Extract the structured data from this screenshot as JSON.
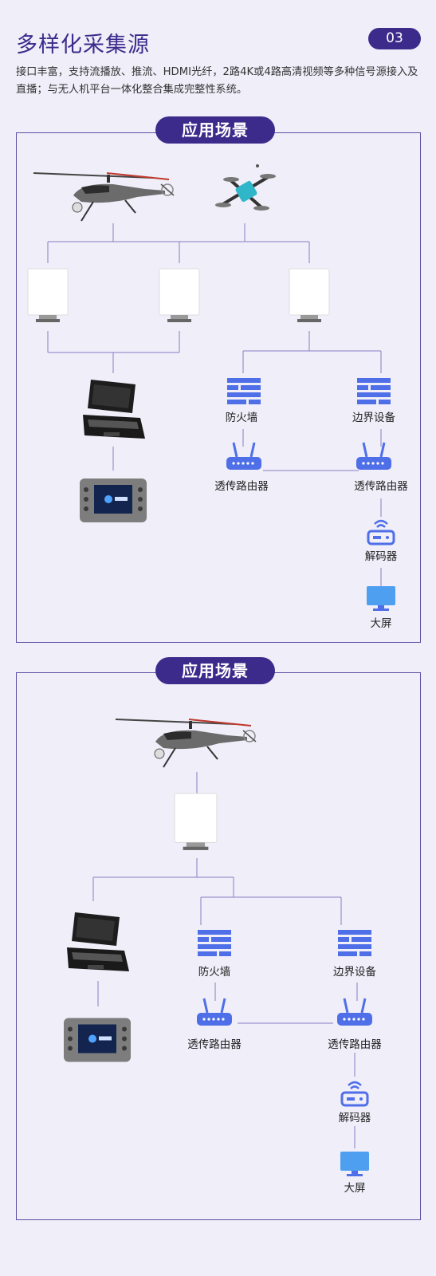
{
  "header": {
    "title": "多样化采集源",
    "badge": "03",
    "description": "接口丰富，支持流播放、推流、HDMI光纤，2路4K或4路高清视频等多种信号源接入及直播；与无人机平台一体化整合集成完整性系统。"
  },
  "panels": [
    {
      "title": "应用场景",
      "labels": {
        "firewall": "防火墙",
        "edge": "边界设备",
        "router1": "透传路由器",
        "router2": "透传路由器",
        "decoder": "解码器",
        "screen": "大屏"
      }
    },
    {
      "title": "应用场景",
      "labels": {
        "firewall": "防火墙",
        "edge": "边界设备",
        "router1": "透传路由器",
        "router2": "透传路由器",
        "decoder": "解码器",
        "screen": "大屏"
      }
    }
  ],
  "colors": {
    "accent": "#3d2b8c",
    "line": "#8a7fc2",
    "icon": "#4f6fe8"
  }
}
